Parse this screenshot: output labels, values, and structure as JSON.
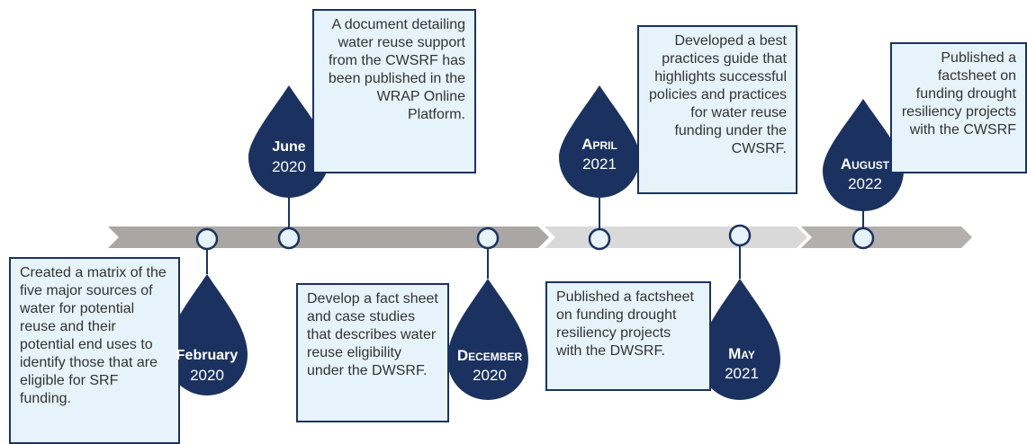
{
  "colors": {
    "drop": "#1b3260",
    "box_fill": "#e6f3fb",
    "box_border": "#1b3260",
    "arrow_1": "#aaa6a4",
    "arrow_2": "#d9d9d9",
    "arrow_3": "#b3afad",
    "circle_fill": "#e6f3fb"
  },
  "milestones": [
    {
      "month": "February",
      "year": "2020",
      "text": "Created a matrix of the five major sources of water for potential reuse and their potential end uses to identify those that are eligible for SRF funding."
    },
    {
      "month": "June",
      "year": "2020",
      "text": "A document detailing water reuse support from the CWSRF has been published in the WRAP Online Platform."
    },
    {
      "month": "December",
      "year": "2020",
      "text": "Develop a fact sheet and case studies that describes water reuse eligibility under the DWSRF."
    },
    {
      "month": "April",
      "year": "2021",
      "text": "Developed a best practices guide that highlights successful policies and practices for water reuse funding under the CWSRF."
    },
    {
      "month": "May",
      "year": "2021",
      "text": "Published a factsheet on funding drought resiliency projects with the DWSRF."
    },
    {
      "month": "August",
      "year": "2022",
      "text": "Published a factsheet on funding drought resiliency projects with the CWSRF"
    }
  ]
}
